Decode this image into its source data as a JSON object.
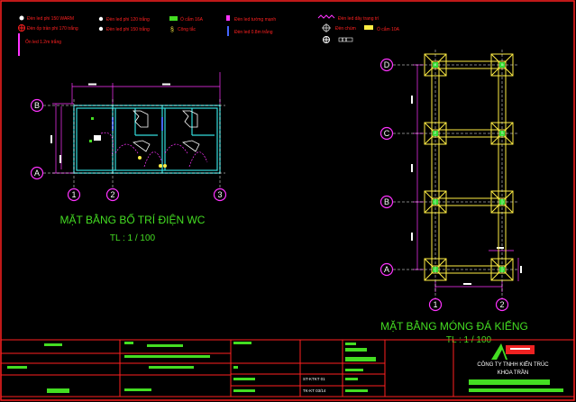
{
  "legend": {
    "items": [
      {
        "text": "Đèn led phi 150 WARM",
        "icon": "white-dot-icon"
      },
      {
        "text": "Đèn ốp trần phi 170 trắng",
        "icon": "ceiling-light-icon"
      },
      {
        "text": "Đèn led phi 120 trắng",
        "icon": "white-dot-icon"
      },
      {
        "text": "Đèn led phi 150 trắng",
        "icon": "white-dot-icon"
      },
      {
        "text": "Ổ cắm 16A",
        "icon": "socket-icon"
      },
      {
        "text": "Công tắc",
        "icon": "switch-icon"
      },
      {
        "text": "Đèn led tường mạnh",
        "icon": "wall-light-icon"
      },
      {
        "text": "Đèn led 0.8m trắng",
        "icon": "blue-line-icon"
      },
      {
        "text": "Đèn led dây trang trí",
        "icon": "led-strip-icon"
      },
      {
        "text": "Đèn chùm",
        "icon": "chandelier-icon"
      },
      {
        "text": "Ổ cắm 10A",
        "icon": "socket-yellow-icon"
      },
      {
        "text": "",
        "icon": "fan-icon"
      },
      {
        "text": "Ốn led 1.2m trắng",
        "icon": "magenta-line-icon"
      }
    ]
  },
  "plan_electric": {
    "title": "MẶT BẰNG BỐ TRÍ ĐIỆN WC",
    "scale": "TL : 1 / 100",
    "grid_rows": [
      "B",
      "A"
    ],
    "grid_cols": [
      "1",
      "2",
      "3"
    ]
  },
  "plan_foundation": {
    "title": "MẶT BẰNG MÓNG ĐÁ KIẾNG",
    "scale": "TL : 1 / 100",
    "grid_rows": [
      "D",
      "C",
      "B",
      "A"
    ],
    "grid_cols": [
      "1",
      "2"
    ]
  },
  "title_block": {
    "company_line1": "CÔNG TY TNHH KIẾN TRÚC",
    "company_line2": "KHOA TRẦN",
    "cell_a": "ST-KTKT 01",
    "cell_b": "TK-KT 03/14"
  },
  "colors": {
    "background": "#000000",
    "frame": "#ff2020",
    "walls": "#33dddd",
    "foundation": "#ffee44",
    "dimension": "#ff33ff",
    "title_text": "#44dd22"
  }
}
